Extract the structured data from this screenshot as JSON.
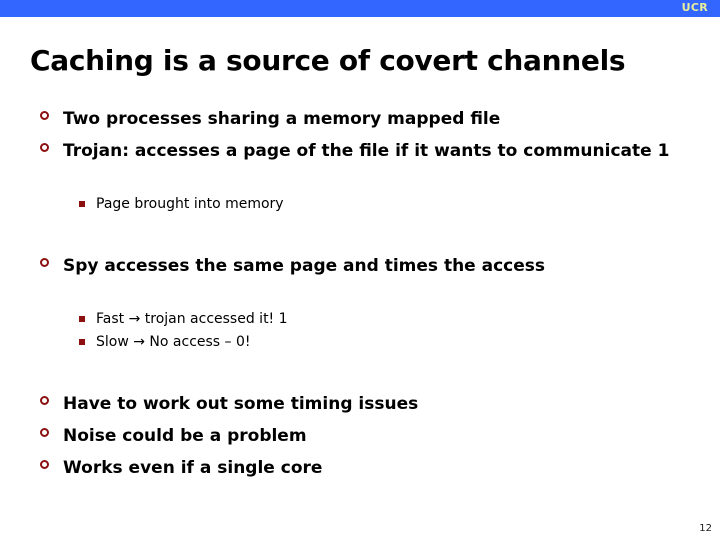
{
  "banner": {
    "brand": "UCR",
    "background_color": "#3366FF",
    "brand_color": "#E8EE9A"
  },
  "title": "Caching is a source of covert channels",
  "bullet_marker_color": "#8C1010",
  "content": {
    "items": [
      {
        "level": 1,
        "text": "Two processes sharing a memory mapped file"
      },
      {
        "level": 1,
        "text": "Trojan: accesses a page of the file if it wants to communicate 1"
      },
      {
        "level": 2,
        "text": "Page brought into memory"
      },
      {
        "level": 1,
        "text": "Spy accesses the same page and times the access"
      },
      {
        "level": 2,
        "text": "Fast → trojan accessed it! 1"
      },
      {
        "level": 2,
        "text": "Slow → No access – 0!"
      },
      {
        "level": 1,
        "text": "Have to work out some timing issues"
      },
      {
        "level": 1,
        "text": "Noise could be a problem"
      },
      {
        "level": 1,
        "text": "Works even if a single core"
      }
    ]
  },
  "footer": {
    "page_number": "12"
  }
}
